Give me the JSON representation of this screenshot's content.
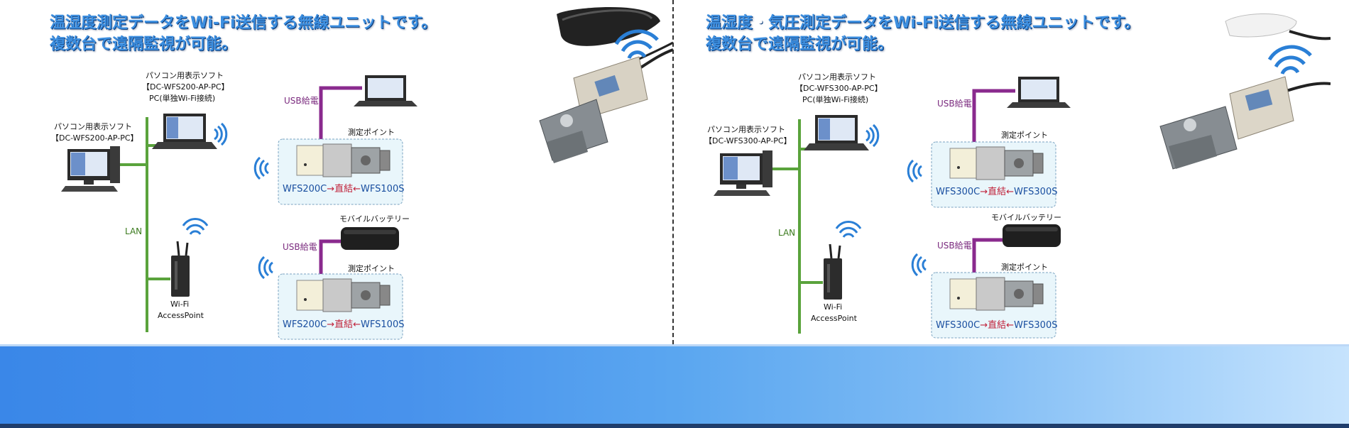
{
  "left": {
    "headline_line1": "温湿度測定データをWi-Fi送信する無線ユニットです。",
    "headline_line2": "複数台で遠隔監視が可能。",
    "pc_soft_label": "パソコン用表示ソフト",
    "pc_soft_model": "【DC-WFS200-AP-PC】",
    "laptop_soft_label": "パソコン用表示ソフト",
    "laptop_soft_model": "【DC-WFS200-AP-PC】",
    "laptop_soft_note": "PC(単独Wi-Fi接続)",
    "lan_label": "LAN",
    "ap_line1": "Wi-Fi",
    "ap_line2": "AccessPoint",
    "usb_power_1": "USB給電",
    "usb_power_2": "USB給電",
    "measure_point_1": "測定ポイント",
    "measure_point_2": "測定ポイント",
    "battery_label": "モバイルバッテリー",
    "unit_1": {
      "left": "WFS200C",
      "mid": "→直結←",
      "right": "WFS100S"
    },
    "unit_2": {
      "left": "WFS200C",
      "mid": "→直結←",
      "right": "WFS100S"
    }
  },
  "right": {
    "headline_a": "温湿度",
    "headline_dot": "・",
    "headline_b": "気圧",
    "headline_c": "測定データをWi-Fi送信する無線ユニットです。",
    "headline_line2": "複数台で遠隔監視が可能。",
    "pc_soft_label": "パソコン用表示ソフト",
    "pc_soft_model": "【DC-WFS300-AP-PC】",
    "laptop_soft_label": "パソコン用表示ソフト",
    "laptop_soft_model": "【DC-WFS300-AP-PC】",
    "laptop_soft_note": "PC(単独Wi-Fi接続)",
    "lan_label": "LAN",
    "ap_line1": "Wi-Fi",
    "ap_line2": "AccessPoint",
    "usb_power_1": "USB給電",
    "usb_power_2": "USB給電",
    "measure_point_1": "測定ポイント",
    "measure_point_2": "測定ポイント",
    "battery_label": "モバイルバッテリー",
    "unit_1": {
      "left": "WFS300C",
      "mid": "→直結←",
      "right": "WFS300S"
    },
    "unit_2": {
      "left": "WFS300C",
      "mid": "→直結←",
      "right": "WFS300S"
    }
  },
  "colors": {
    "headline_blue": "#3d8fe0",
    "lan_green": "#5aa33c",
    "usb_purple": "#8a2a8e",
    "wifi_blue": "#2a7fd6",
    "model_blue": "#1a4fa0",
    "direct_red": "#c0223a",
    "point_box_bg": "#e9f6fb"
  }
}
